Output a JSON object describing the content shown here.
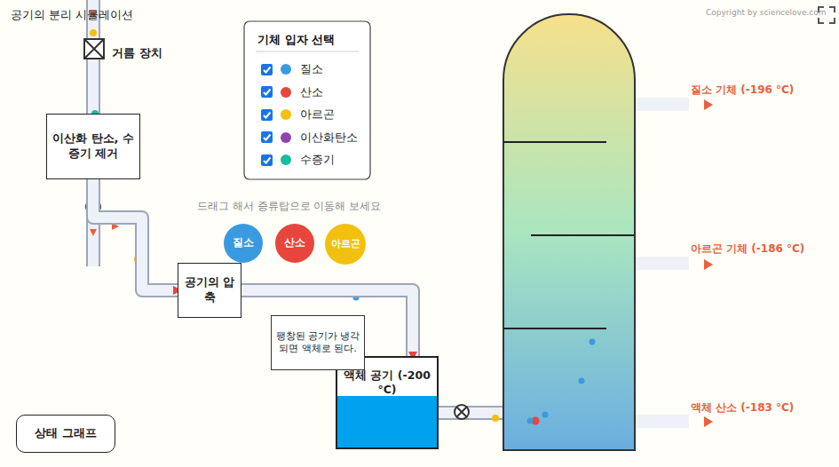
{
  "diagram": {
    "title": "공기의 분리 시뮬레이션",
    "nodes": [
      {
        "text": [
          "이산화 탄소, 수증기 제거"
        ]
      },
      {
        "text": [
          "질소"
        ]
      },
      {
        "text": [
          "산소"
        ]
      },
      {
        "text": [
          "아르곤"
        ]
      },
      {
        "text": [
          "공기의 압축"
        ]
      },
      {
        "text": [
          "팽창된 공기가 냉각되면 액체로 된다."
        ]
      },
      {
        "text": [
          "액체 공기 (-200 °C)"
        ]
      },
      {
        "text": [
          "상태 그래프"
        ]
      }
    ],
    "edges": [
      {
        "from": 0,
        "to": 4,
        "arrow": "to"
      },
      {
        "from": 4,
        "to": 6,
        "arrow": "to"
      }
    ],
    "labels": [
      "Copyright by sciencelove.com",
      "거름 장치",
      "기체 입자 선택",
      "드래그 해서 증류탑으로 이동해 보세요",
      "질소 기체 (-196 °C)",
      "아르곤 기체 (-186 °C)",
      "액체 산소 (-183 °C)"
    ],
    "legend": [
      {
        "text": "질소",
        "color": "#3a9ae0"
      },
      {
        "text": "산소",
        "color": "#e8453c"
      },
      {
        "text": "아르곤",
        "color": "#f2c10f"
      },
      {
        "text": "이산화탄소",
        "color": "#8e44ad"
      },
      {
        "text": "수증기",
        "color": "#1abc9c"
      }
    ]
  }
}
